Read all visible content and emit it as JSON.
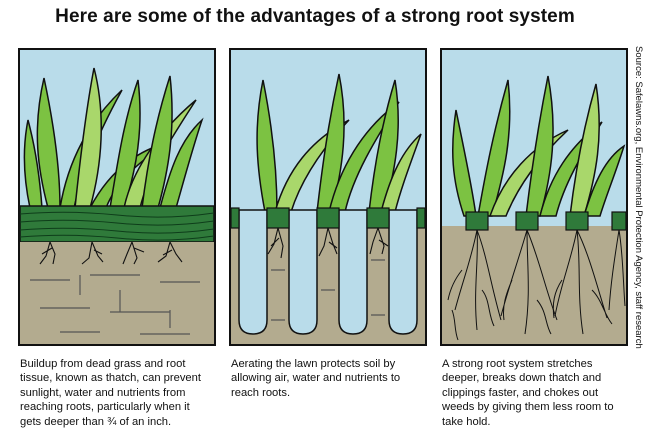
{
  "title": "Here are some of the advantages of a strong root system",
  "source": "Source: Safelawns.org, Environmental Protection Agency, staff research",
  "panels": [
    {
      "caption": "Buildup from dead grass and root tissue, known as thatch, can prevent sunlight, water and nutrients from reaching roots, particularly when it gets deeper than ¾ of an inch."
    },
    {
      "caption": "Aerating the lawn protects soil by allowing air, water and nutrients to reach roots."
    },
    {
      "caption": "A strong root system stretches deeper, breaks down thatch and clippings faster, and chokes out weeds by giving them less room to take hold."
    }
  ],
  "colors": {
    "sky": "#b9dcea",
    "leaf": "#7cc242",
    "leaf_light": "#a9d76b",
    "thatch": "#2f7a3a",
    "soil": "#b3ab8f",
    "outline": "#111111"
  }
}
